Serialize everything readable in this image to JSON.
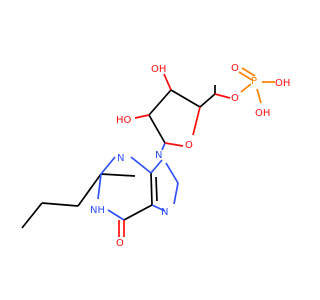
{
  "colors": {
    "carbon_bond": "#000000",
    "nitrogen": "#3050f8",
    "oxygen": "#ff0d0d",
    "phosphorus": "#ff8000",
    "background": "#ffffff"
  },
  "labels": {
    "oh_c3": "OH",
    "ho_c2": "HO",
    "ring_o": "O",
    "ester_o": "O",
    "p": "P",
    "p_o_top": "O",
    "p_oh_right": "OH",
    "p_oh_bottom": "OH",
    "n3": "N",
    "n9": "N",
    "n7": "N",
    "n1h": "NH",
    "o6": "O"
  }
}
